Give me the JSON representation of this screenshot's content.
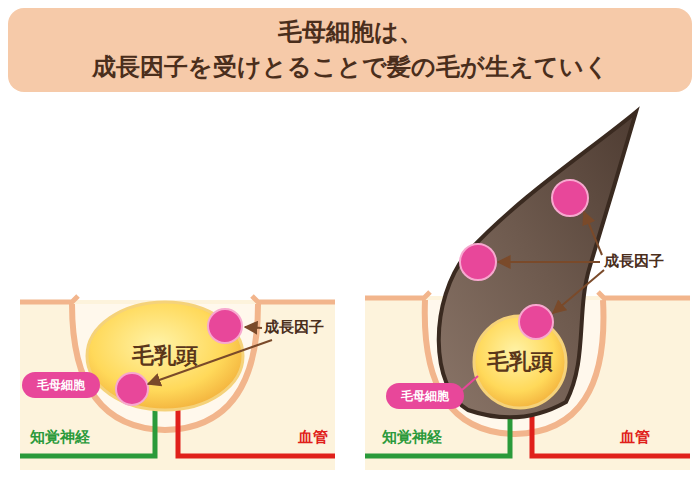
{
  "diagram": {
    "title": "毛母細胞は、 成長因子を受けとることで髪の毛が生えていく",
    "nodes": [
      {
        "text": [
          "毛乳頭"
        ]
      },
      {
        "text": [
          "毛母細胞"
        ]
      },
      {
        "text": [
          "毛乳頭"
        ]
      },
      {
        "text": [
          "毛母細胞"
        ]
      }
    ],
    "edges": [],
    "labels": [
      "成長因子",
      "知覚神経",
      "血管",
      "成長因子",
      "知覚神経",
      "血管"
    ]
  }
}
